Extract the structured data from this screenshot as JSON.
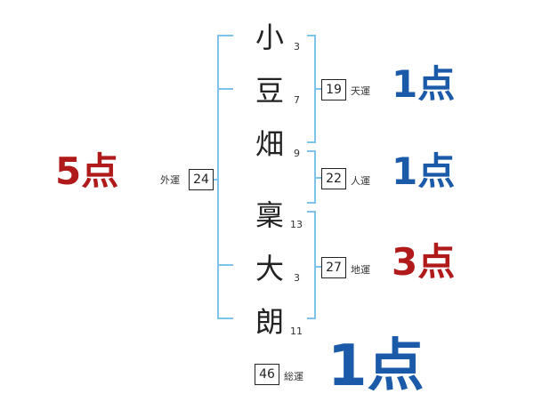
{
  "name_chars": [
    {
      "char": "小",
      "strokes": "3"
    },
    {
      "char": "豆",
      "strokes": "7"
    },
    {
      "char": "畑",
      "strokes": "9"
    },
    {
      "char": "稟",
      "strokes": "13"
    },
    {
      "char": "大",
      "strokes": "3"
    },
    {
      "char": "朗",
      "strokes": "11"
    }
  ],
  "fortunes": {
    "tenkaku": {
      "label": "天運",
      "value": "19",
      "score": "1点"
    },
    "jinkaku": {
      "label": "人運",
      "value": "22",
      "score": "1点"
    },
    "chikaku": {
      "label": "地運",
      "value": "27",
      "score": "3点"
    },
    "gaikaku": {
      "label": "外運",
      "value": "24",
      "score": "5点"
    },
    "soukaku": {
      "label": "総運",
      "value": "46",
      "score": "1点"
    }
  },
  "colors": {
    "bracket": "#7ec3ea",
    "good": "#1a5aa8",
    "bad": "#b01a1a"
  }
}
